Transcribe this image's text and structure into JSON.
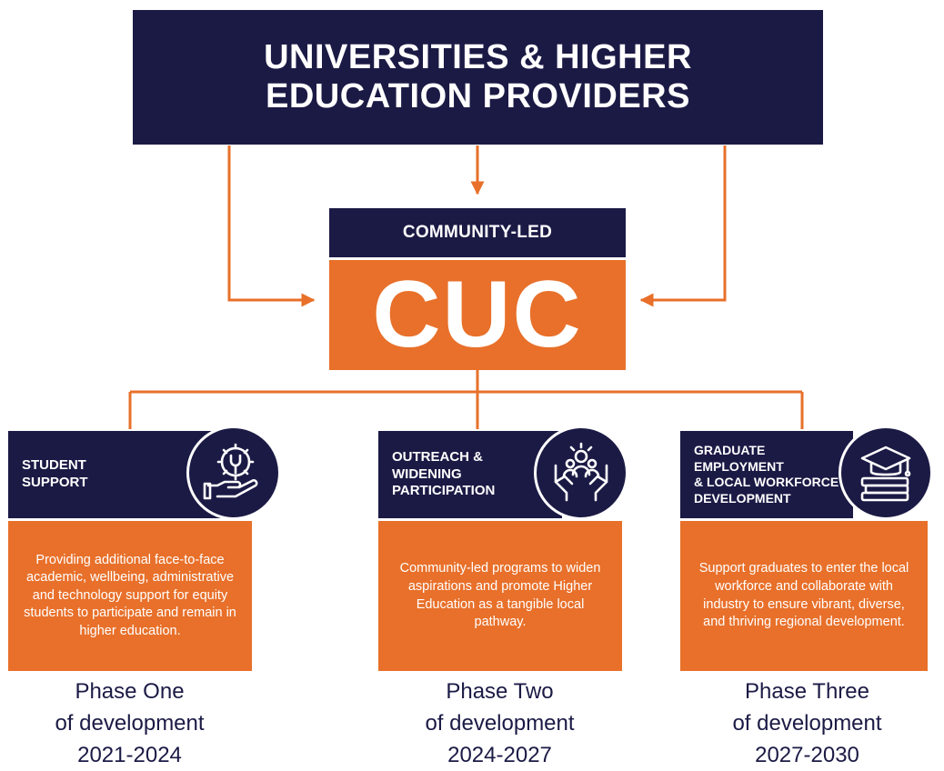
{
  "top": {
    "line1": "UNIVERSITIES & HIGHER",
    "line2": "EDUCATION PROVIDERS"
  },
  "center": {
    "label": "COMMUNITY-LED",
    "name": "CUC"
  },
  "columns": [
    {
      "title_lines": [
        "STUDENT",
        "SUPPORT"
      ],
      "icon": "gear-wrench-hand-icon",
      "description": "Providing additional face-to-face academic, wellbeing, administrative and technology support for equity students to participate and remain in higher education.",
      "phase": "Phase One",
      "phase_sub": "of development",
      "years": "2021-2024"
    },
    {
      "title_lines": [
        "OUTREACH &",
        "WIDENING",
        "PARTICIPATION"
      ],
      "icon": "people-in-hands-icon",
      "description": "Community-led programs to widen aspirations and promote Higher Education as a tangible local pathway.",
      "phase": "Phase Two",
      "phase_sub": "of development",
      "years": "2024-2027"
    },
    {
      "title_lines": [
        "GRADUATE",
        "EMPLOYMENT",
        "& LOCAL WORKFORCE",
        "DEVELOPMENT"
      ],
      "icon": "graduation-cap-books-icon",
      "description": "Support graduates to enter the local workforce and collaborate with industry to ensure vibrant, diverse, and thriving regional development.",
      "phase": "Phase Three",
      "phase_sub": "of development",
      "years": "2027-2030"
    }
  ],
  "colors": {
    "navy": "#1b1a45",
    "orange": "#e8702a",
    "connector": "#e8702a"
  }
}
